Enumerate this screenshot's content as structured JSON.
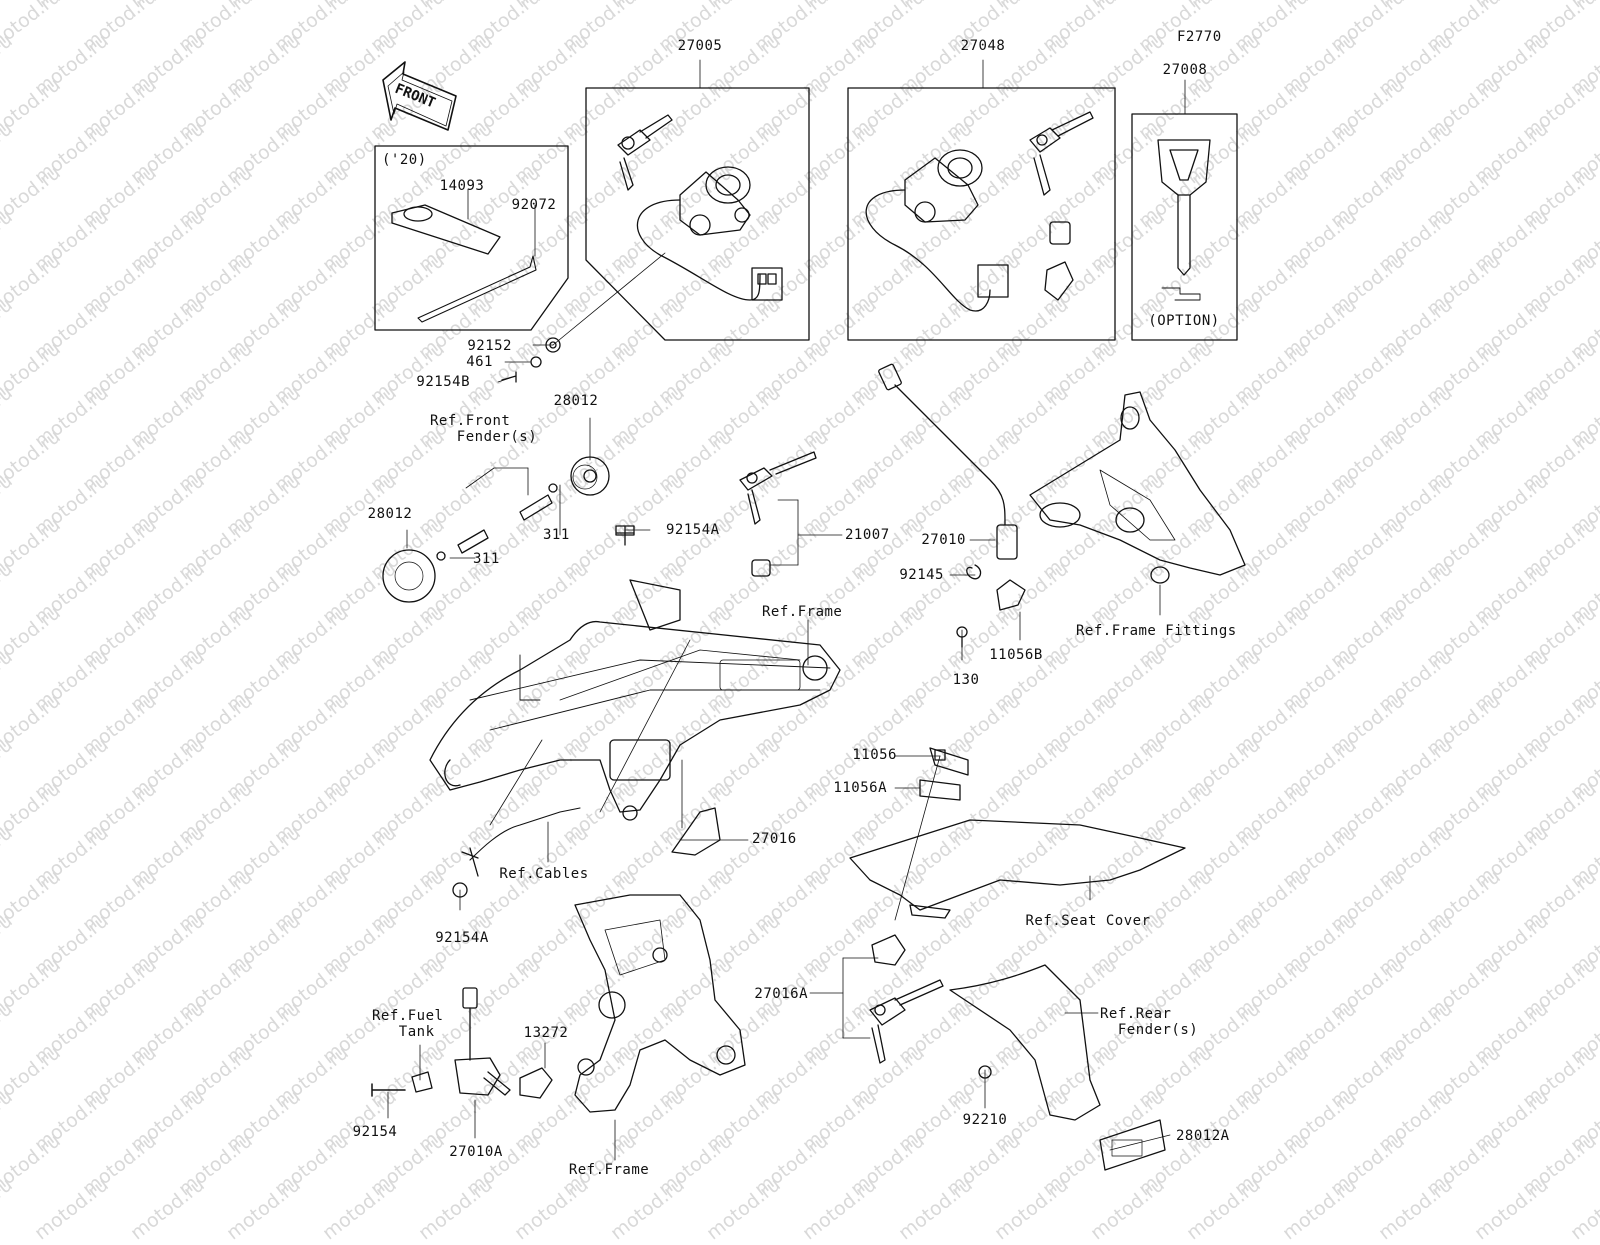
{
  "watermark": "motod.ru",
  "figure_code": "F2770",
  "front_label": "FRONT",
  "labels": {
    "p27005": "27005",
    "p27048": "27048",
    "p27008": "27008",
    "year20": "('20)",
    "p14093": "14093",
    "p92072": "92072",
    "option": "(OPTION)",
    "p92152": "92152",
    "p461": "461",
    "p92154B": "92154B",
    "p28012_top": "28012",
    "ref_front_fender": "Ref.Front\n   Fender(s)",
    "p28012_left": "28012",
    "p311_a": "311",
    "p311_b": "311",
    "p92154A_top": "92154A",
    "p21007": "21007",
    "p27010": "27010",
    "p92145": "92145",
    "ref_frame_top": "Ref.Frame",
    "p130": "130",
    "p11056B": "11056B",
    "ref_frame_fittings": "Ref.Frame Fittings",
    "p11056": "11056",
    "p11056A": "11056A",
    "p27016": "27016",
    "ref_cables": "Ref.Cables",
    "p92154A_bottom": "92154A",
    "ref_seat_cover": "Ref.Seat Cover",
    "p27016A": "27016A",
    "ref_fuel_tank": "Ref.Fuel\n   Tank",
    "p13272": "13272",
    "ref_rear_fender": "Ref.Rear\n  Fender(s)",
    "p92154": "92154",
    "p27010A": "27010A",
    "ref_frame_bottom": "Ref.Frame",
    "p92210": "92210",
    "p28012A": "28012A"
  }
}
